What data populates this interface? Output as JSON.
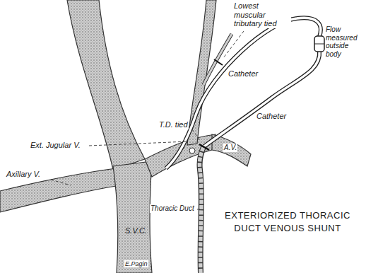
{
  "diagram": {
    "title": "EXTERIORIZED THORACIC DUCT VENOUS SHUNT",
    "labels": [
      "Lowest muscular tributary tied",
      "Flow measured outside body",
      "Ext. Jugular V.",
      "Catheter",
      "T.D. tied",
      "Catheter",
      "Axillary V.",
      "A.V.",
      "Thoracic Duct",
      "S.V.C.",
      "E.Pagin"
    ]
  }
}
